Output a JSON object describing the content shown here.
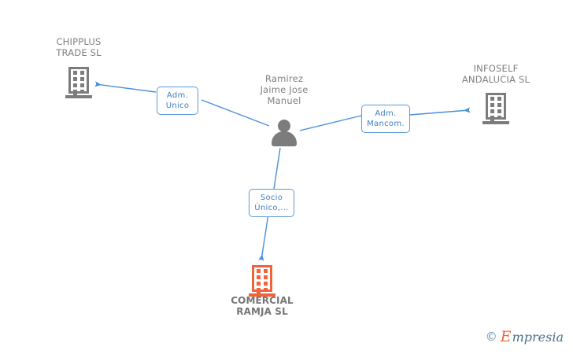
{
  "diagram": {
    "type": "corporate-relationship-graph",
    "background": "#ffffff",
    "colors": {
      "edge": "#4a90d9",
      "label_border": "#5b9bd5",
      "label_text": "#3d7fc1",
      "node_gray": "#7c7c7c",
      "node_orange": "#f4623a",
      "caption_text": "#808080"
    },
    "nodes": [
      {
        "id": "chipplus",
        "kind": "company",
        "icon": "building-icon",
        "color": "#7c7c7c",
        "label": "CHIPPLUS\nTRADE SL"
      },
      {
        "id": "person",
        "kind": "person",
        "icon": "person-icon",
        "color": "#7c7c7c",
        "label": "Ramirez\nJaime Jose\nManuel"
      },
      {
        "id": "infoself",
        "kind": "company",
        "icon": "building-icon",
        "color": "#7c7c7c",
        "label": "INFOSELF\nANDALUCIA  SL"
      },
      {
        "id": "comercial_ramja",
        "kind": "company",
        "icon": "building-icon",
        "color": "#f4623a",
        "label": "COMERCIAL\nRAMJA SL"
      }
    ],
    "edges": [
      {
        "id": "edge-person-chipplus",
        "from": "person",
        "to": "chipplus",
        "label": "Adm.\nUnico",
        "direction": "to-target"
      },
      {
        "id": "edge-person-infoself",
        "from": "person",
        "to": "infoself",
        "label": "Adm.\nMancom.",
        "direction": "to-target"
      },
      {
        "id": "edge-person-comercial",
        "from": "person",
        "to": "comercial_ramja",
        "label": "Socio\nÚnico,...",
        "direction": "to-target"
      }
    ]
  },
  "watermark": {
    "copyright": "©",
    "brand_initial": "E",
    "brand_rest": "mpresia"
  }
}
